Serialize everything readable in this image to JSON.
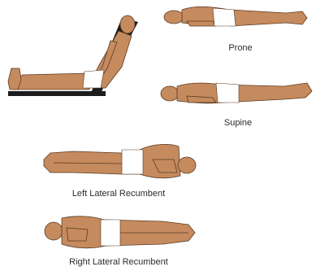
{
  "labels": {
    "prone": "Prone",
    "supine": "Supine",
    "left_lateral": "Left Lateral Recumbent",
    "right_lateral": "Right Lateral Recumbent"
  },
  "colors": {
    "skin": "#c58a5e",
    "skin_dark": "#9c6a43",
    "outline": "#5a3a22",
    "underwear": "#ffffff",
    "bed": "#1c1c1c"
  }
}
